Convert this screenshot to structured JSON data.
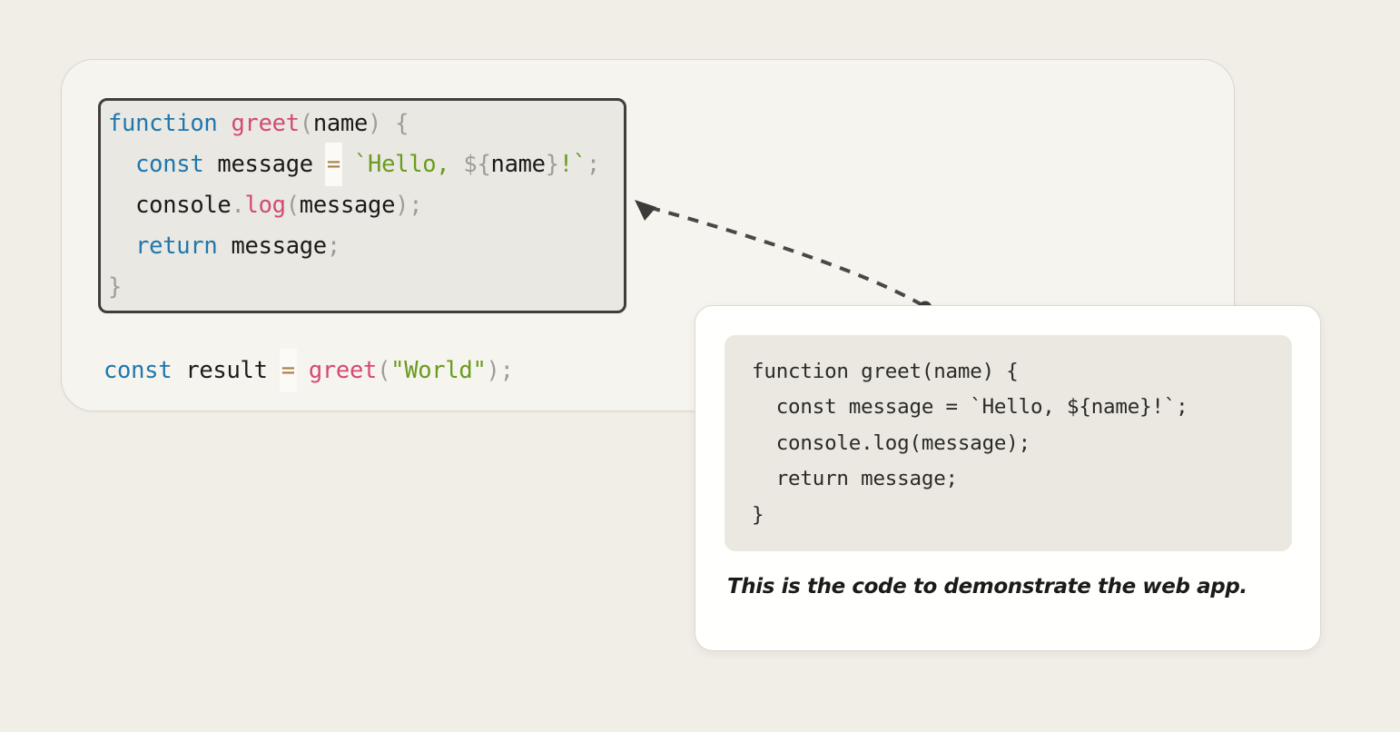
{
  "theme": {
    "pageBg": "#f1eee7",
    "frameBg": "#f6f4ee",
    "frameBorder": "#dad7d0",
    "blockBg": "#e9e8e2",
    "blockBorder": "#3f3e3b",
    "cardBg": "#fffffd",
    "cardBorder": "#dcd9d2",
    "cardCodeBg": "#eae8e1",
    "cardCodeText": "#2b2a26",
    "captionText": "#1c1b19",
    "arrow": "#4a4846",
    "arrowSolid": "#3c3b39",
    "keyword": "#2077ad",
    "func": "#d64a70",
    "ident": "#1a1a19",
    "punct": "#9e9d98",
    "string": "#6b9b1e",
    "operator": "#a87e45",
    "operatorBg": "#fbfaf6"
  },
  "highlightedSnippet": {
    "lines": [
      [
        {
          "t": "function",
          "c": "keyword"
        },
        {
          "t": " ",
          "c": "ident"
        },
        {
          "t": "greet",
          "c": "func"
        },
        {
          "t": "(",
          "c": "punct"
        },
        {
          "t": "name",
          "c": "ident"
        },
        {
          "t": ")",
          "c": "punct"
        },
        {
          "t": " ",
          "c": "ident"
        },
        {
          "t": "{",
          "c": "punct"
        }
      ],
      [
        {
          "t": "  ",
          "c": "ident"
        },
        {
          "t": "const",
          "c": "keyword"
        },
        {
          "t": " message ",
          "c": "ident"
        },
        {
          "t": "=",
          "c": "operator"
        },
        {
          "t": " ",
          "c": "ident"
        },
        {
          "t": "`Hello, ",
          "c": "string"
        },
        {
          "t": "${",
          "c": "punct"
        },
        {
          "t": "name",
          "c": "ident"
        },
        {
          "t": "}",
          "c": "punct"
        },
        {
          "t": "!`",
          "c": "string"
        },
        {
          "t": ";",
          "c": "punct"
        }
      ],
      [
        {
          "t": "  console",
          "c": "ident"
        },
        {
          "t": ".",
          "c": "punct"
        },
        {
          "t": "log",
          "c": "func"
        },
        {
          "t": "(",
          "c": "punct"
        },
        {
          "t": "message",
          "c": "ident"
        },
        {
          "t": ");",
          "c": "punct"
        }
      ],
      [
        {
          "t": "  ",
          "c": "ident"
        },
        {
          "t": "return",
          "c": "keyword"
        },
        {
          "t": " message",
          "c": "ident"
        },
        {
          "t": ";",
          "c": "punct"
        }
      ],
      [
        {
          "t": "}",
          "c": "punct"
        }
      ]
    ]
  },
  "resultLine": {
    "tokens": [
      {
        "t": "const",
        "c": "keyword"
      },
      {
        "t": " result ",
        "c": "ident"
      },
      {
        "t": "=",
        "c": "operator"
      },
      {
        "t": " ",
        "c": "ident"
      },
      {
        "t": "greet",
        "c": "func"
      },
      {
        "t": "(",
        "c": "punct"
      },
      {
        "t": "\"World\"",
        "c": "string"
      },
      {
        "t": ");",
        "c": "punct"
      }
    ]
  },
  "card": {
    "code": [
      "function greet(name) {",
      "  const message = `Hello, ${name}!`;",
      "  console.log(message);",
      "  return message;",
      "}"
    ],
    "caption": "This is the code to demonstrate the web app."
  }
}
